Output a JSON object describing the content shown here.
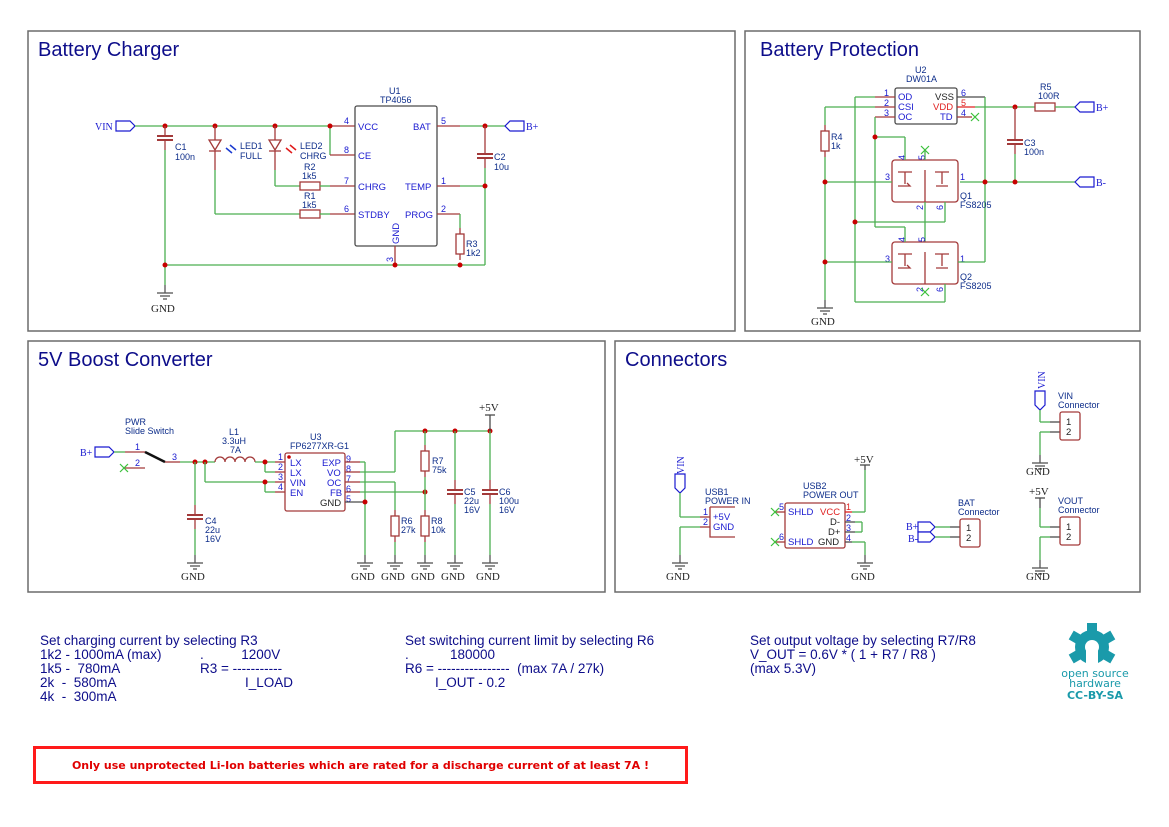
{
  "sheets": {
    "charger": {
      "title": "Battery Charger"
    },
    "protection": {
      "title": "Battery Protection"
    },
    "boost": {
      "title": "5V Boost Converter"
    },
    "connectors": {
      "title": "Connectors"
    }
  },
  "nets": {
    "vin": "VIN",
    "bplus": "B+",
    "bminus": "B-",
    "gnd": "GND",
    "p5v": "+5V"
  },
  "charger": {
    "u1": {
      "ref": "U1",
      "value": "TP4056",
      "pins": {
        "vcc": {
          "num": "4",
          "name": "VCC"
        },
        "ce": {
          "num": "8",
          "name": "CE"
        },
        "chrg": {
          "num": "7",
          "name": "CHRG"
        },
        "stdby": {
          "num": "6",
          "name": "STDBY"
        },
        "bat": {
          "num": "5",
          "name": "BAT"
        },
        "temp": {
          "num": "1",
          "name": "TEMP"
        },
        "prog": {
          "num": "2",
          "name": "PROG"
        },
        "gnd": {
          "num": "3",
          "name": "GND"
        }
      }
    },
    "c1": {
      "ref": "C1",
      "value": "100n"
    },
    "led1": {
      "ref": "LED1",
      "value": "FULL"
    },
    "led2": {
      "ref": "LED2",
      "value": "CHRG"
    },
    "r1": {
      "ref": "R1",
      "value": "1k5"
    },
    "r2": {
      "ref": "R2",
      "value": "1k5"
    },
    "c2": {
      "ref": "C2",
      "value": "10u"
    },
    "r3": {
      "ref": "R3",
      "value": "1k2"
    }
  },
  "protection": {
    "u2": {
      "ref": "U2",
      "value": "DW01A",
      "pins": {
        "od": {
          "num": "1",
          "name": "OD"
        },
        "csi": {
          "num": "2",
          "name": "CSI"
        },
        "oc": {
          "num": "3",
          "name": "OC"
        },
        "vss": {
          "num": "6",
          "name": "VSS"
        },
        "vdd": {
          "num": "5",
          "name": "VDD"
        },
        "td": {
          "num": "4",
          "name": "TD"
        }
      }
    },
    "r4": {
      "ref": "R4",
      "value": "1k"
    },
    "r5": {
      "ref": "R5",
      "value": "100R"
    },
    "c3": {
      "ref": "C3",
      "value": "100n"
    },
    "q1": {
      "ref": "Q1",
      "value": "FS8205",
      "pins": [
        "3",
        "4",
        "5",
        "1",
        "2",
        "6"
      ]
    },
    "q2": {
      "ref": "Q2",
      "value": "FS8205",
      "pins": [
        "3",
        "4",
        "5",
        "1",
        "2",
        "6"
      ]
    }
  },
  "boost": {
    "sw": {
      "ref": "PWR",
      "value": "Slide Switch",
      "pins": [
        "1",
        "2",
        "3"
      ]
    },
    "l1": {
      "ref": "L1",
      "value": "3.3uH",
      "rating": "7A"
    },
    "u3": {
      "ref": "U3",
      "value": "FP6277XR-G1",
      "pins_left": [
        {
          "num": "1",
          "name": "LX"
        },
        {
          "num": "2",
          "name": "LX"
        },
        {
          "num": "3",
          "name": "VIN"
        },
        {
          "num": "4",
          "name": "EN"
        }
      ],
      "pins_right": [
        {
          "num": "9",
          "name": "EXP"
        },
        {
          "num": "8",
          "name": "VO"
        },
        {
          "num": "7",
          "name": "OC"
        },
        {
          "num": "6",
          "name": "FB"
        },
        {
          "num": "5",
          "name": "GND"
        }
      ]
    },
    "c4": {
      "ref": "C4",
      "value": "22u",
      "rating": "16V"
    },
    "r6": {
      "ref": "R6",
      "value": "27k"
    },
    "r7": {
      "ref": "R7",
      "value": "75k"
    },
    "r8": {
      "ref": "R8",
      "value": "10k"
    },
    "c5": {
      "ref": "C5",
      "value": "22u",
      "rating": "16V"
    },
    "c6": {
      "ref": "C6",
      "value": "100u",
      "rating": "16V"
    }
  },
  "connectors": {
    "usb1": {
      "ref": "USB1",
      "value": "POWER IN",
      "pins": [
        {
          "num": "1",
          "name": "+5V"
        },
        {
          "num": "2",
          "name": "GND"
        }
      ]
    },
    "usb2": {
      "ref": "USB2",
      "value": "POWER OUT",
      "pins_left": [
        {
          "num": "5",
          "name": "SHLD"
        },
        {
          "num": "6",
          "name": "SHLD"
        }
      ],
      "pins_right": [
        {
          "num": "1",
          "name": "VCC"
        },
        {
          "num": "2",
          "name": "D-"
        },
        {
          "num": "3",
          "name": "D+"
        },
        {
          "num": "4",
          "name": "GND"
        }
      ]
    },
    "bat": {
      "ref": "BAT",
      "value": "Connector",
      "pins": [
        "1",
        "2"
      ]
    },
    "vin": {
      "ref": "VIN",
      "value": "Connector",
      "pins": [
        "1",
        "2"
      ]
    },
    "vout": {
      "ref": "VOUT",
      "value": "Connector",
      "pins": [
        "1",
        "2"
      ]
    }
  },
  "notes": {
    "charging": "Set charging current by selecting R3\n1k2 - 1000mA (max)\n1k5 -  780mA\n2k  -  580mA\n4k  -  300mA",
    "charging_formula": ".          1200V\nR3 = -----------\n            I_LOAD",
    "switching": "Set switching current limit by selecting R6\n.           180000\nR6 = ----------------  (max 7A / 27k)\n        I_OUT - 0.2",
    "voltage": "Set output voltage by selecting R7/R8\nV_OUT = 0.6V * ( 1 + R7 / R8 )\n(max 5.3V)"
  },
  "warning": "Only use unprotected Li-Ion batteries which are rated for a discharge current of at least 7A !",
  "logo": {
    "line1": "open source",
    "line2": "hardware",
    "license": "CC-BY-SA",
    "color": "#1a9aaa"
  }
}
